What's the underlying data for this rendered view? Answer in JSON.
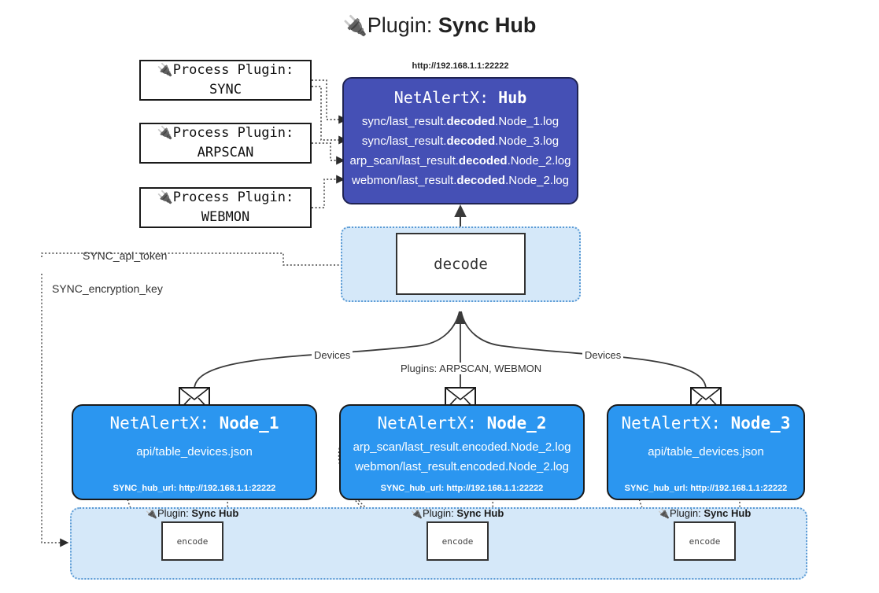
{
  "title": {
    "icon": "plug-icon",
    "icon_glyph": "🔌",
    "prefix": "Plugin: ",
    "name": "Sync Hub"
  },
  "process_plugins": [
    {
      "icon_glyph": "🔌",
      "line1": "Process Plugin:",
      "line2": "SYNC"
    },
    {
      "icon_glyph": "🔌",
      "line1": "Process Plugin:",
      "line2": "ARPSCAN"
    },
    {
      "icon_glyph": "🔌",
      "line1": "Process Plugin:",
      "line2": "WEBMON"
    }
  ],
  "hub": {
    "url_label": "http://192.168.1.1:22222",
    "title_prefix": "NetAlertX: ",
    "title_name": "Hub",
    "lines": [
      {
        "pre": "sync/last_result.",
        "bold": "decoded",
        "post": ".Node_1.log"
      },
      {
        "pre": "sync/last_result.",
        "bold": "decoded",
        "post": ".Node_3.log"
      },
      {
        "pre": "arp_scan/last_result.",
        "bold": "decoded",
        "post": ".Node_2.log"
      },
      {
        "pre": "webmon/last_result.",
        "bold": "decoded",
        "post": ".Node_2.log"
      }
    ]
  },
  "decode": {
    "label": "decode"
  },
  "secrets": [
    {
      "label": "SYNC_api_token"
    },
    {
      "label": "SYNC_encryption_key"
    }
  ],
  "edge_labels": {
    "devices_left": "Devices",
    "plugins_middle": "Plugins: ARPSCAN, WEBMON",
    "devices_right": "Devices"
  },
  "nodes": [
    {
      "title_prefix": "NetAlertX: ",
      "title_name": "Node_1",
      "lines": [
        "api/table_devices.json"
      ],
      "footer": "SYNC_hub_url: http://192.168.1.1:22222",
      "mail_icon": "envelope-icon"
    },
    {
      "title_prefix": "NetAlertX: ",
      "title_name": "Node_2",
      "lines": [
        "arp_scan/last_result.encoded.Node_2.log",
        "webmon/last_result.encoded.Node_2.log"
      ],
      "footer": "SYNC_hub_url: http://192.168.1.1:22222",
      "mail_icon": "envelope-icon"
    },
    {
      "title_prefix": "NetAlertX: ",
      "title_name": "Node_3",
      "lines": [
        "api/table_devices.json"
      ],
      "footer": "SYNC_hub_url: http://192.168.1.1:22222",
      "mail_icon": "envelope-icon"
    }
  ],
  "bottom_plugins": [
    {
      "icon_glyph": "🔌",
      "prefix": "Plugin: ",
      "name": "Sync Hub",
      "box_label": "encode"
    },
    {
      "icon_glyph": "🔌",
      "prefix": "Plugin: ",
      "name": "Sync Hub",
      "box_label": "encode"
    },
    {
      "icon_glyph": "🔌",
      "prefix": "Plugin: ",
      "name": "Sync Hub",
      "box_label": "encode"
    }
  ],
  "colors": {
    "hub_fill": "#4550b5",
    "node_fill": "#2b96f0",
    "subgraph_fill": "#d5e8f9",
    "subgraph_border": "#5b9bd5",
    "edge_stroke": "#3a3a3a",
    "text_dark": "#222222"
  }
}
